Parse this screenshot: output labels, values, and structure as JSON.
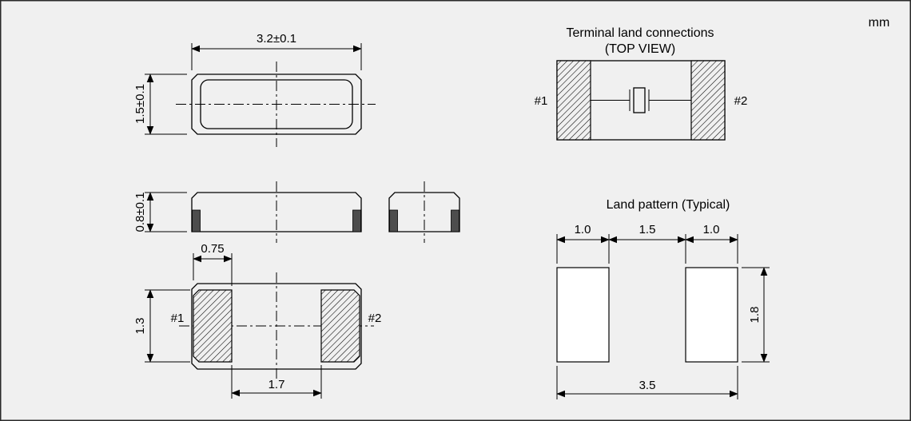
{
  "unit_label": "mm",
  "top_view": {
    "width_dim": "3.2±0.1",
    "height_dim": "1.5±0.1"
  },
  "side_view": {
    "height_dim": "0.8±0.1"
  },
  "bottom_view": {
    "pad_width_dim": "0.75",
    "height_dim": "1.3",
    "gap_dim": "1.7",
    "pin1_label": "#1",
    "pin2_label": "#2"
  },
  "terminal_connections": {
    "title": "Terminal land connections",
    "subtitle": "(TOP VIEW)",
    "pin1_label": "#1",
    "pin2_label": "#2"
  },
  "land_pattern": {
    "title": "Land pattern (Typical)",
    "left_pad_width": "1.0",
    "gap_width": "1.5",
    "right_pad_width": "1.0",
    "pad_height": "1.8",
    "total_width": "3.5"
  },
  "colors": {
    "background": "#f0f0f0",
    "line": "#000000",
    "pad_dark": "#4d4d4d",
    "border": "#2a2a2a"
  }
}
